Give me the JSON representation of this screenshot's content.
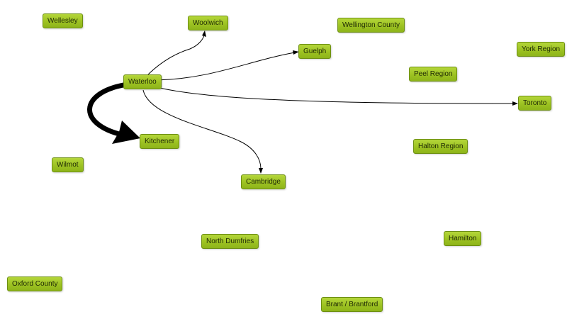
{
  "diagram": {
    "source_node": "Waterloo",
    "nodes": [
      {
        "id": "wellesley",
        "label": "Wellesley"
      },
      {
        "id": "woolwich",
        "label": "Woolwich"
      },
      {
        "id": "wellington",
        "label": "Wellington County"
      },
      {
        "id": "york",
        "label": "York Region"
      },
      {
        "id": "guelph",
        "label": "Guelph"
      },
      {
        "id": "peel",
        "label": "Peel Region"
      },
      {
        "id": "waterloo",
        "label": "Waterloo"
      },
      {
        "id": "toronto",
        "label": "Toronto"
      },
      {
        "id": "kitchener",
        "label": "Kitchener"
      },
      {
        "id": "halton",
        "label": "Halton Region"
      },
      {
        "id": "wilmot",
        "label": "Wilmot"
      },
      {
        "id": "cambridge",
        "label": "Cambridge"
      },
      {
        "id": "north-dumfries",
        "label": "North Dumfries"
      },
      {
        "id": "hamilton",
        "label": "Hamilton"
      },
      {
        "id": "oxford",
        "label": "Oxford County"
      },
      {
        "id": "brant",
        "label": "Brant / Brantford"
      }
    ],
    "edges": [
      {
        "from": "waterloo",
        "to": "kitchener",
        "weight": "heavy"
      },
      {
        "from": "waterloo",
        "to": "woolwich",
        "weight": "light"
      },
      {
        "from": "waterloo",
        "to": "guelph",
        "weight": "light"
      },
      {
        "from": "waterloo",
        "to": "toronto",
        "weight": "light"
      },
      {
        "from": "waterloo",
        "to": "cambridge",
        "weight": "light"
      }
    ],
    "colors": {
      "node_fill": "#9dc222",
      "node_border": "#6d8f12",
      "edge": "#000000"
    }
  }
}
